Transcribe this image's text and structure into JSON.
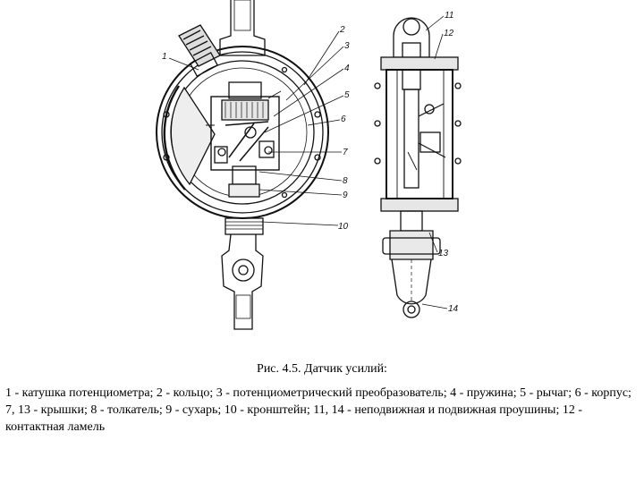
{
  "figure": {
    "front_view": {
      "callouts": [
        "1",
        "2",
        "3",
        "4",
        "5",
        "6",
        "7",
        "8",
        "9",
        "10"
      ]
    },
    "side_view": {
      "callouts": [
        "11",
        "12",
        "13",
        "14"
      ]
    }
  },
  "caption": {
    "title": "Рис. 4.5. Датчик усилий:",
    "legend": "1 - катушка потенциометра; 2 - кольцо; 3 - потенциометрический преобразователь; 4 - пружина; 5 - рычаг; 6 - корпус;  7, 13 - крышки; 8 - толкатель; 9 - сухарь; 10 - кронштейн; 11, 14 - неподвижная и подвижная проушины; 12 - контактная ламель"
  }
}
